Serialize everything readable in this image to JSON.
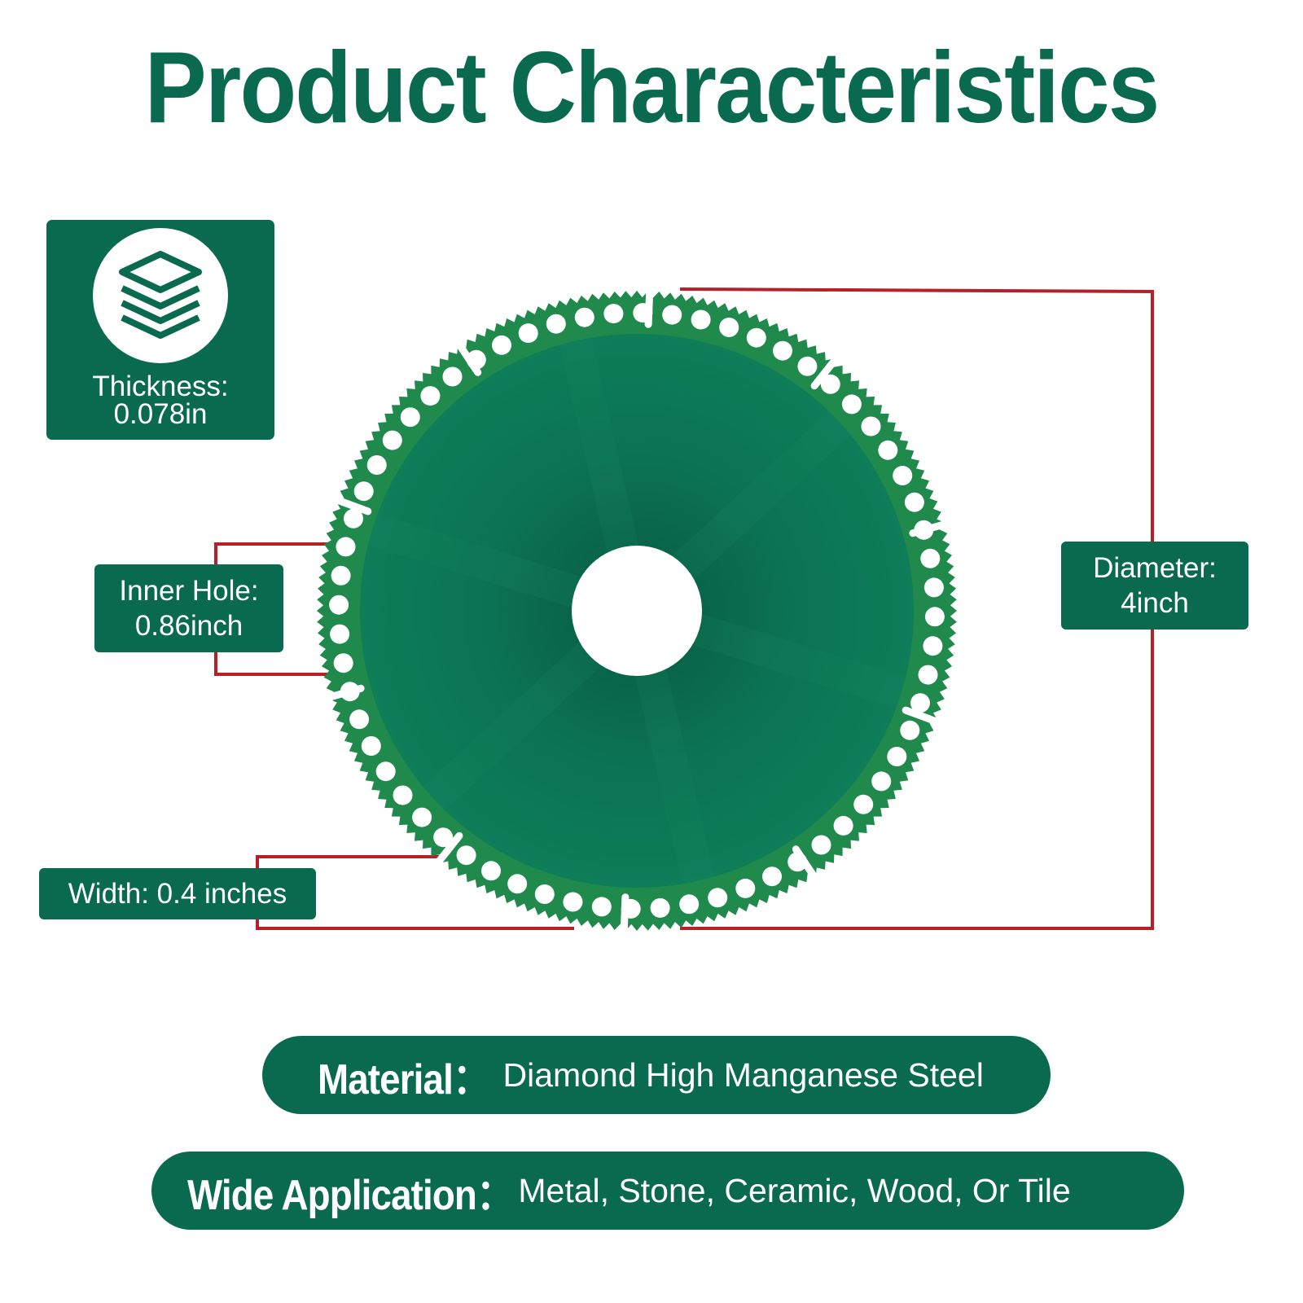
{
  "title": "Product Characteristics",
  "thickness": {
    "label": "Thickness:",
    "value": "0.078in",
    "icon": "layers-icon"
  },
  "inner_hole": {
    "label": "Inner Hole:",
    "value": "0.86inch"
  },
  "diameter": {
    "label": "Diameter:",
    "value": "4inch"
  },
  "width": {
    "label": "Width: 0.4 inches"
  },
  "material": {
    "key": "Material：",
    "value": "Diamond High Manganese Steel"
  },
  "application": {
    "key": "Wide Application：",
    "value": "Metal, Stone, Ceramic, Wood, Or Tile"
  },
  "colors": {
    "brand_green": "#0a6a4f",
    "blade_green": "#0b7352",
    "rim_green": "#1f8a4c",
    "dimension_line": "#b5202a"
  }
}
